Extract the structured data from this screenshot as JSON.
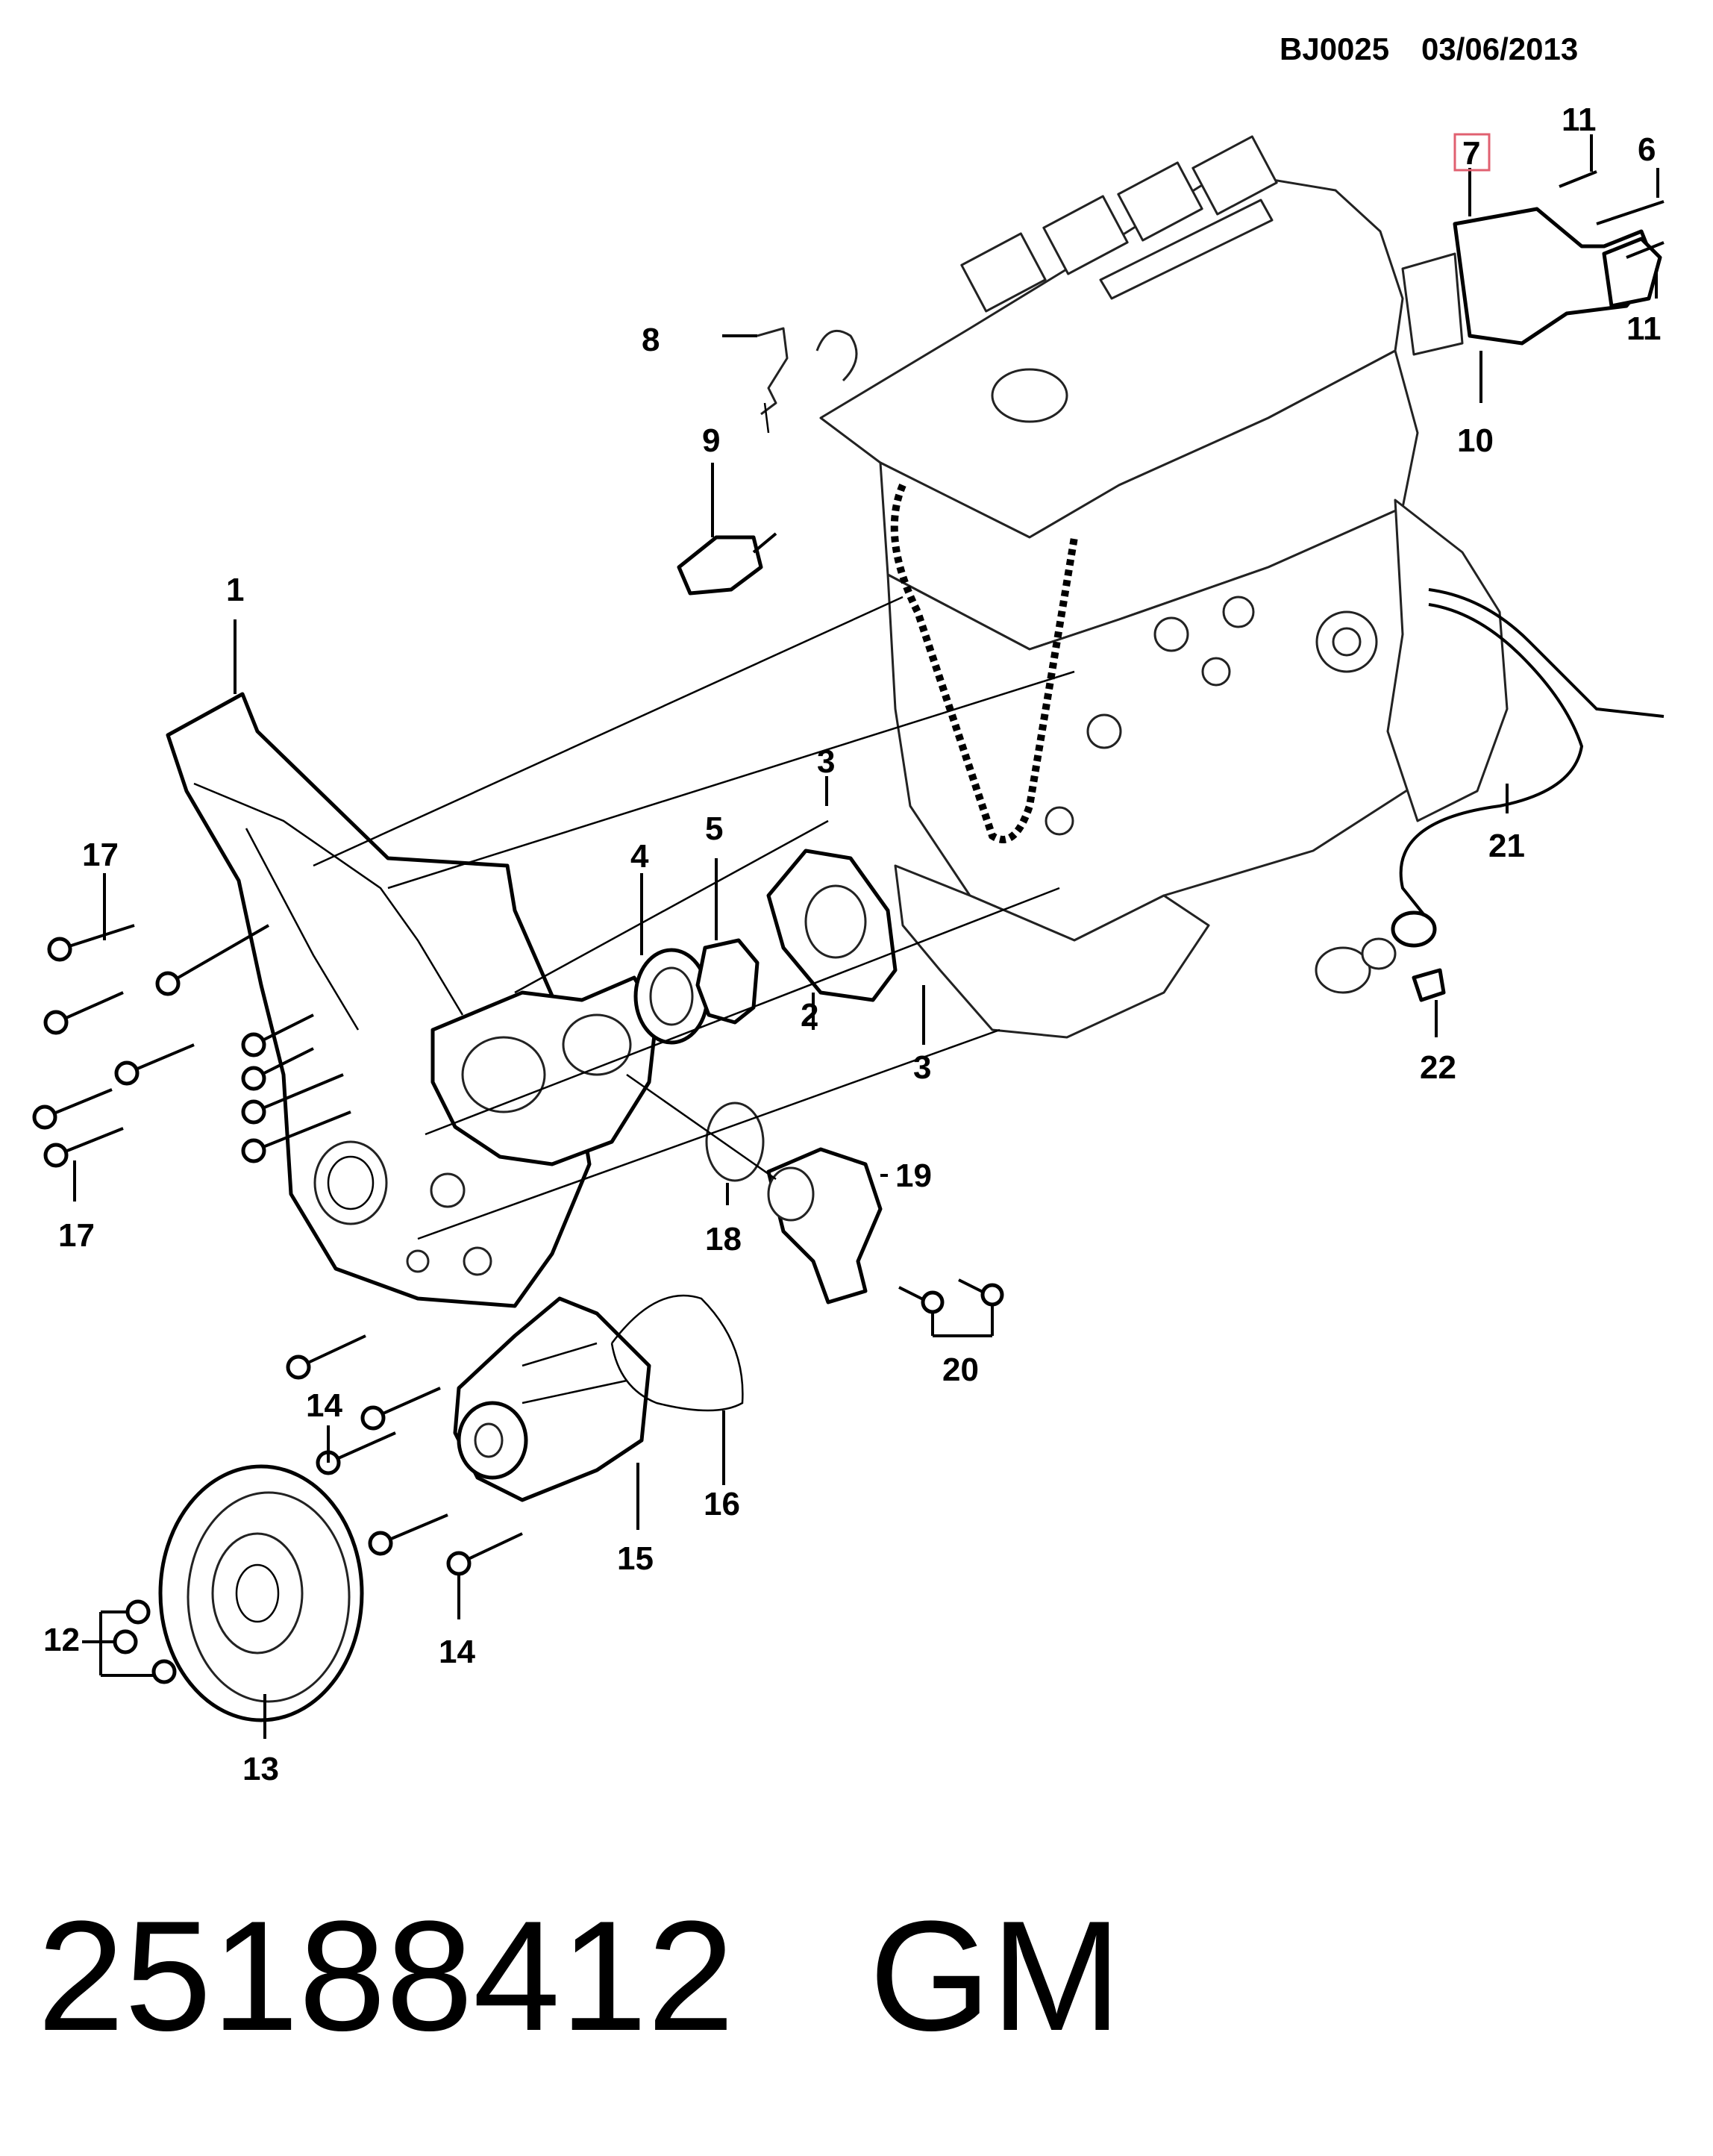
{
  "header": {
    "ref_code": "BJ0025",
    "date": "03/06/2013"
  },
  "highlight_color": "#e06070",
  "callouts": {
    "c1": "1",
    "c2": "2",
    "c3a": "3",
    "c3b": "3",
    "c4": "4",
    "c5": "5",
    "c6": "6",
    "c7": "7",
    "c8": "8",
    "c9": "9",
    "c10": "10",
    "c11a": "11",
    "c11b": "11",
    "c12": "12",
    "c13": "13",
    "c14a": "14",
    "c14b": "14",
    "c15": "15",
    "c16": "16",
    "c17a": "17",
    "c17b": "17",
    "c18": "18",
    "c19": "19",
    "c20": "20",
    "c21": "21",
    "c22": "22"
  },
  "footer": {
    "part_number": "25188412",
    "brand": "GM"
  }
}
